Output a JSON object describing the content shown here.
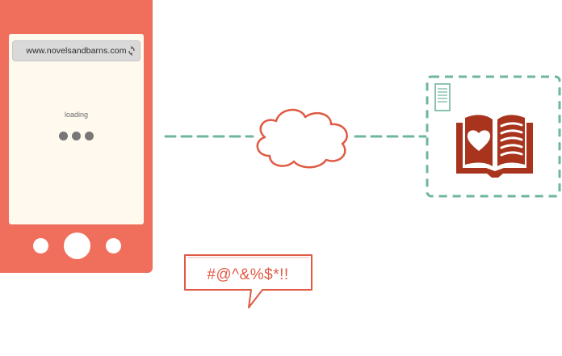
{
  "phone": {
    "url": "www.novelsandbarns.com",
    "status_text": "loading",
    "loading_dots": 3
  },
  "bubble": {
    "text": "#@^&%$*!!"
  },
  "colors": {
    "phone_body": "#ef6f5c",
    "screen_bg": "#fff9ee",
    "connection_line": "#6fb5a0",
    "cloud_stroke": "#e05a44",
    "book": "#a8341e",
    "server_box": "#6fb5a0"
  },
  "icons": {
    "cloud": "cloud-icon",
    "book": "open-book-heart-icon",
    "document": "document-icon",
    "refresh": "refresh-icon"
  }
}
